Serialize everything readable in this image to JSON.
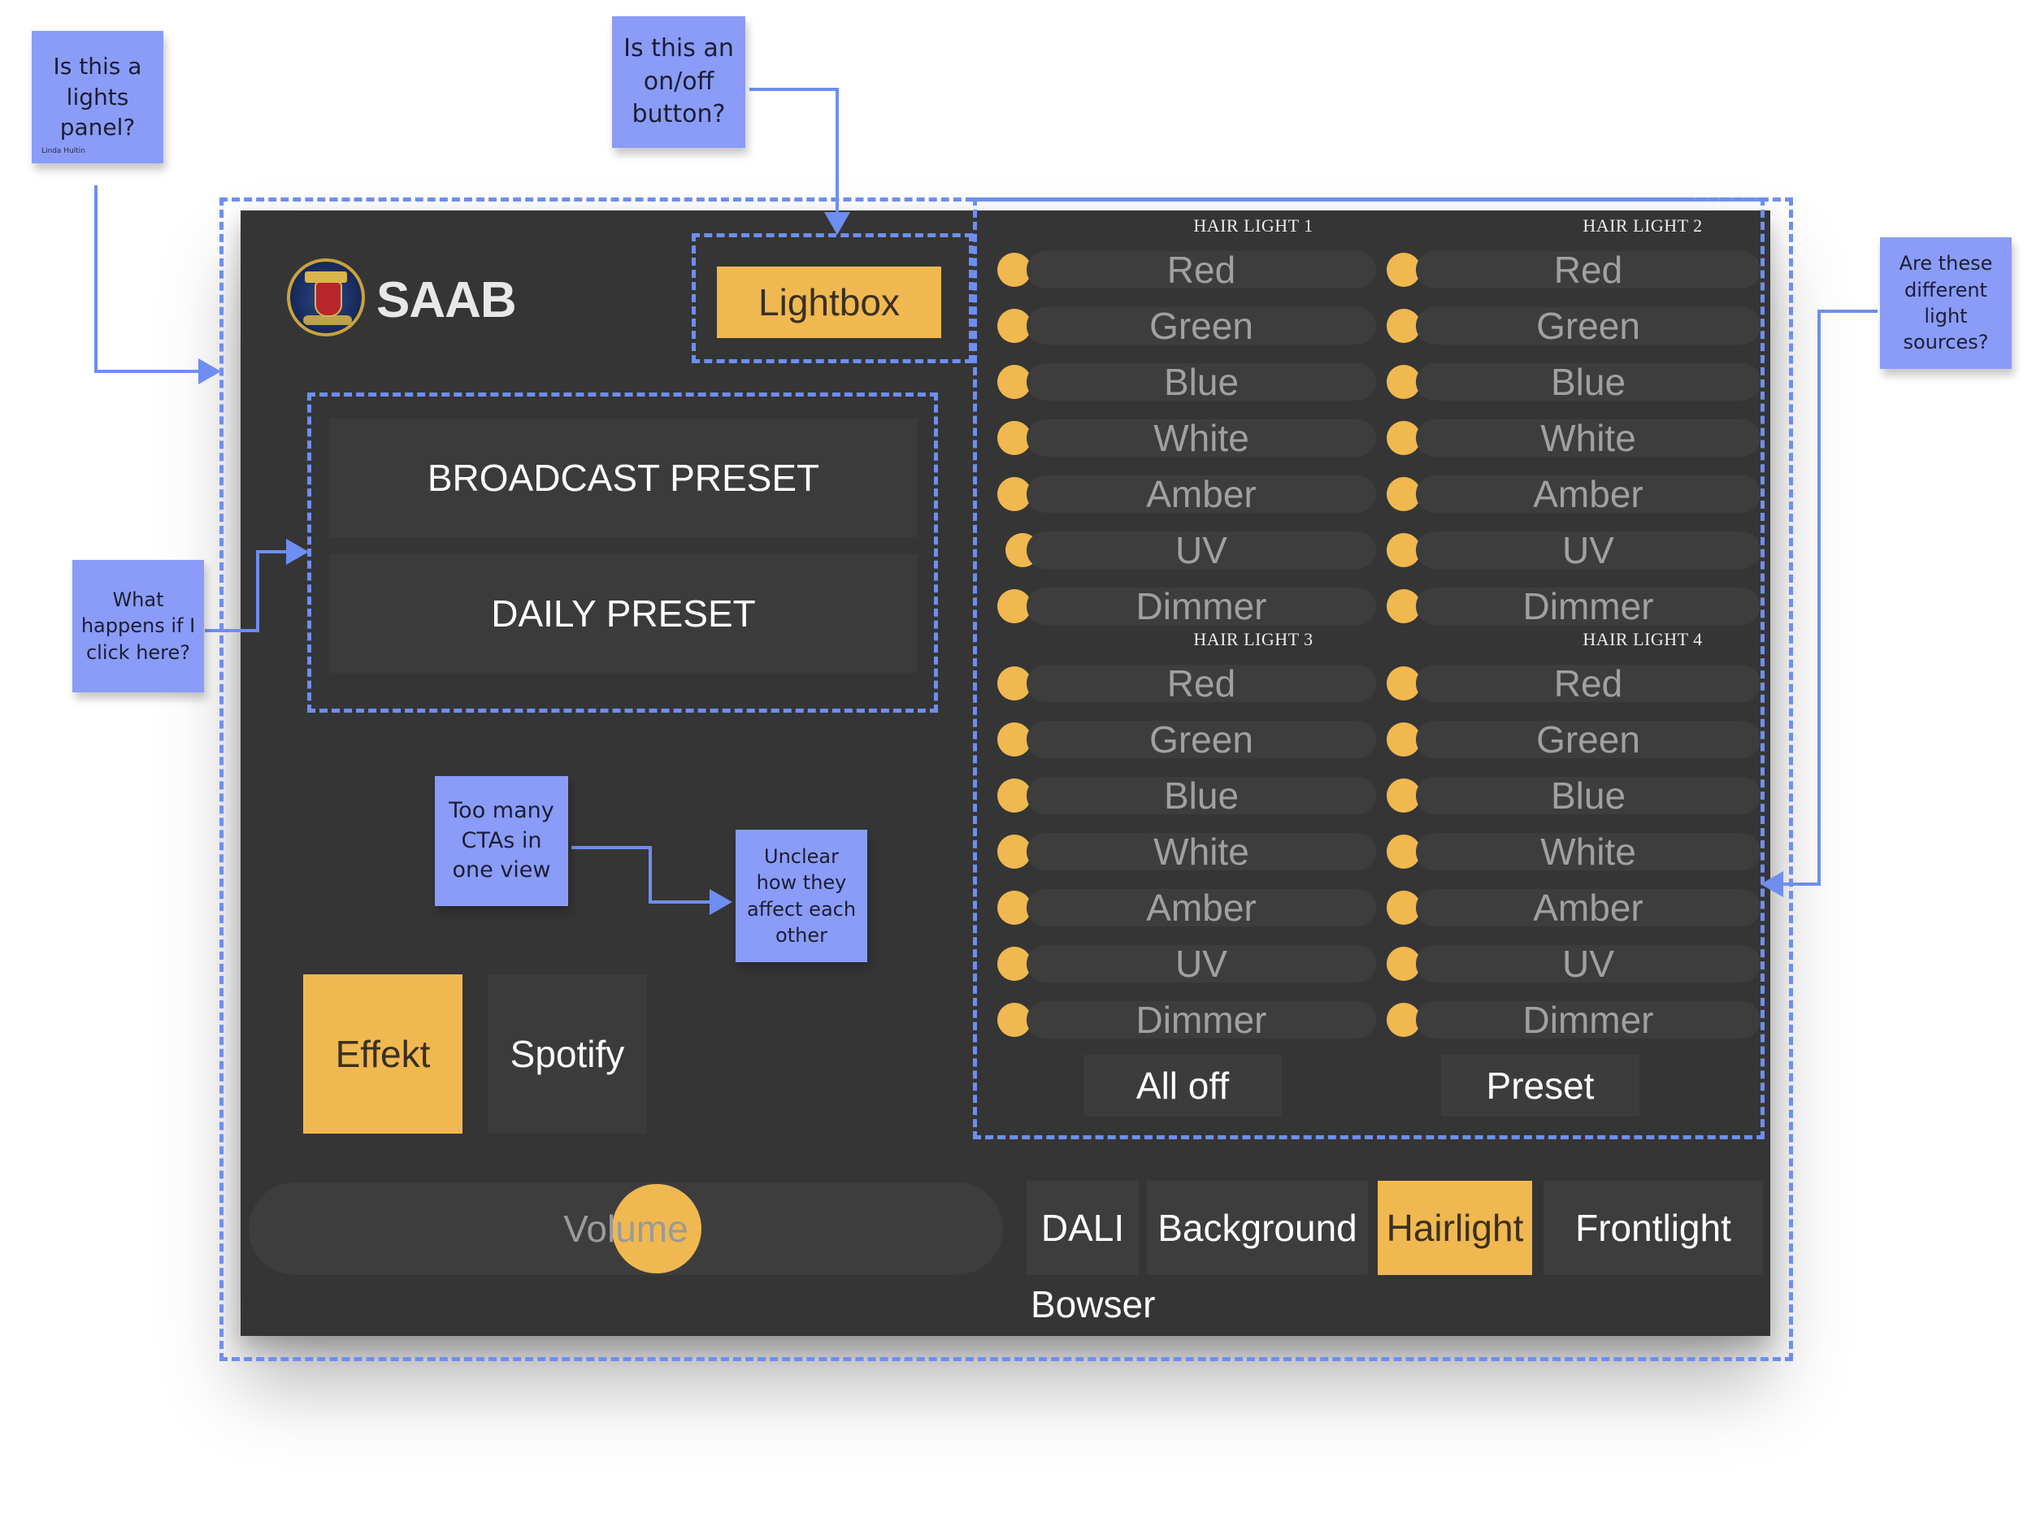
{
  "brand": {
    "logo_text": "SAAB"
  },
  "lightbox_label": "Lightbox",
  "presets": {
    "broadcast": "BROADCAST PRESET",
    "daily": "DAILY PRESET"
  },
  "modes": {
    "effekt": "Effekt",
    "spotify": "Spotify"
  },
  "hair_lights": [
    {
      "title": "HAIR LIGHT 1",
      "channels": [
        "Red",
        "Green",
        "Blue",
        "White",
        "Amber",
        "UV",
        "Dimmer"
      ]
    },
    {
      "title": "HAIR LIGHT 2",
      "channels": [
        "Red",
        "Green",
        "Blue",
        "White",
        "Amber",
        "UV",
        "Dimmer"
      ]
    },
    {
      "title": "HAIR LIGHT 3",
      "channels": [
        "Red",
        "Green",
        "Blue",
        "White",
        "Amber",
        "UV",
        "Dimmer"
      ]
    },
    {
      "title": "HAIR LIGHT 4",
      "channels": [
        "Red",
        "Green",
        "Blue",
        "White",
        "Amber",
        "UV",
        "Dimmer"
      ]
    }
  ],
  "actions": {
    "all_off": "All off",
    "preset": "Preset"
  },
  "volume": {
    "label": "Volume"
  },
  "tabs": {
    "dali": "DALI",
    "background": "Background",
    "hairlight": "Hairlight",
    "frontlight": "Frontlight",
    "bowser": "Bowser"
  },
  "notes": {
    "lights_panel": "Is this a\nlights\npanel?",
    "lights_panel_author": "Linda Hultin",
    "on_off": "Is this an\non/off\nbutton?",
    "light_sources": "Are these\ndifferent\nlight\nsources?",
    "click_here": "What\nhappens if I\nclick here?",
    "too_many_ctas": "Too many\nCTAs in\none view",
    "unclear": "Unclear\nhow they\naffect each\nother"
  },
  "colors": {
    "panel": "#353535",
    "accent": "#f0b850",
    "sticky": "#8a9cf7",
    "annotation": "#6e8ef0"
  }
}
